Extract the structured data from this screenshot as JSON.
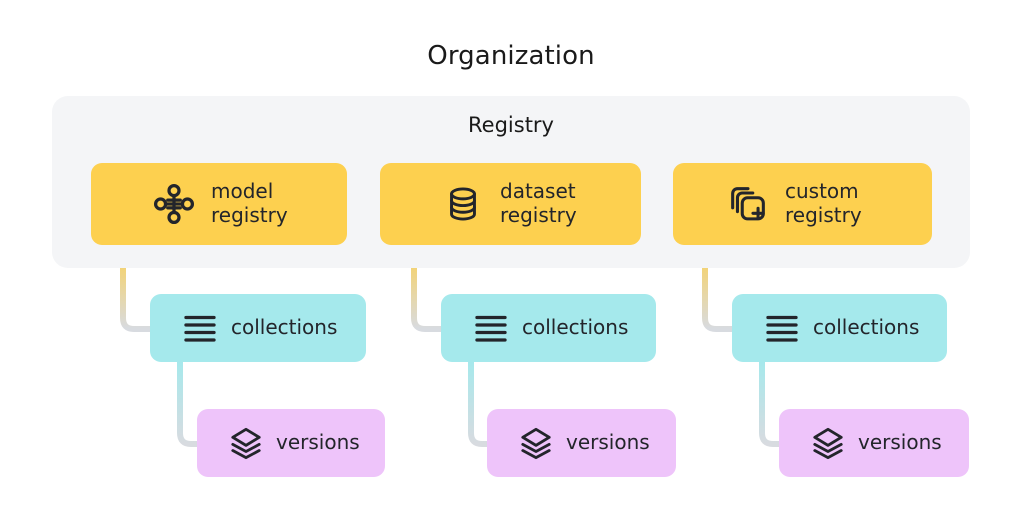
{
  "title": "Organization",
  "panel": {
    "label": "Registry"
  },
  "colors": {
    "yellow": "#fdd04f",
    "cyan": "#a5e9ec",
    "pink": "#eec4fa",
    "panel_bg": "#f4f5f7",
    "text": "#23252b",
    "connector_end": "#d8dbe0",
    "page_bg": "#ffffff"
  },
  "columns": [
    {
      "registry": {
        "label": "model\nregistry",
        "icon": "node-graph-icon"
      },
      "collections": {
        "label": "collections",
        "icon": "list-lines-icon"
      },
      "versions": {
        "label": "versions",
        "icon": "layers-stack-icon"
      }
    },
    {
      "registry": {
        "label": "dataset\nregistry",
        "icon": "database-cylinder-icon"
      },
      "collections": {
        "label": "collections",
        "icon": "list-lines-icon"
      },
      "versions": {
        "label": "versions",
        "icon": "layers-stack-icon"
      }
    },
    {
      "registry": {
        "label": "custom\nregistry",
        "icon": "stacked-squares-plus-icon"
      },
      "collections": {
        "label": "collections",
        "icon": "list-lines-icon"
      },
      "versions": {
        "label": "versions",
        "icon": "layers-stack-icon"
      }
    }
  ]
}
